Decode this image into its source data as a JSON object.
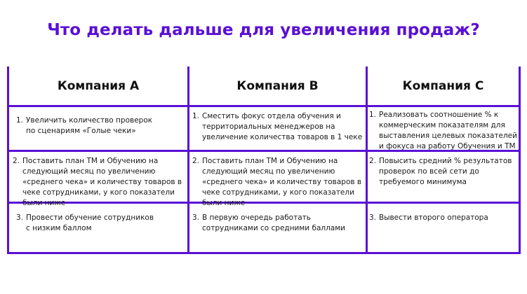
{
  "title": "Что делать дальше для увеличения продаж?",
  "colors": {
    "accent": "#5a0fd6",
    "text": "#1a1a1a",
    "background": "#ffffff"
  },
  "table": {
    "columns": [
      {
        "header": "Компания А",
        "items": [
          {
            "num": "1.",
            "text": "Увеличить количество проверок\nпо сценариям «Голые чеки»"
          },
          {
            "num": "2.",
            "text": "Поставить план ТМ и Обучению на следующий месяц по увеличению «среднего чека» и количеству товаров в чеке сотрудниками, у кого показатели были ниже"
          },
          {
            "num": "3.",
            "text": "Провести обучение сотрудников\nс низким баллом"
          }
        ]
      },
      {
        "header": "Компания В",
        "items": [
          {
            "num": "1.",
            "text": "Сместить фокус отдела обучения и территориальных менеджеров на увеличение количества товаров в 1 чеке"
          },
          {
            "num": "2.",
            "text": "Поставить план ТМ и Обучению на следующий месяц по увеличению «среднего чека» и количеству товаров в чеке сотрудниками, у кого показатели были ниже"
          },
          {
            "num": "3.",
            "text": "В первую очередь работать сотрудниками со средними баллами"
          }
        ]
      },
      {
        "header": "Компания С",
        "items": [
          {
            "num": "1.",
            "text": "Реализовать соотношение % к коммерческим показателям для выставления целевых показателей и фокуса на работу Обучения и ТМ"
          },
          {
            "num": "2.",
            "text": "Повысить средний % результатов проверок по всей сети до требуемого минимума"
          },
          {
            "num": "3.",
            "text": "Вывести второго оператора"
          }
        ]
      }
    ]
  }
}
